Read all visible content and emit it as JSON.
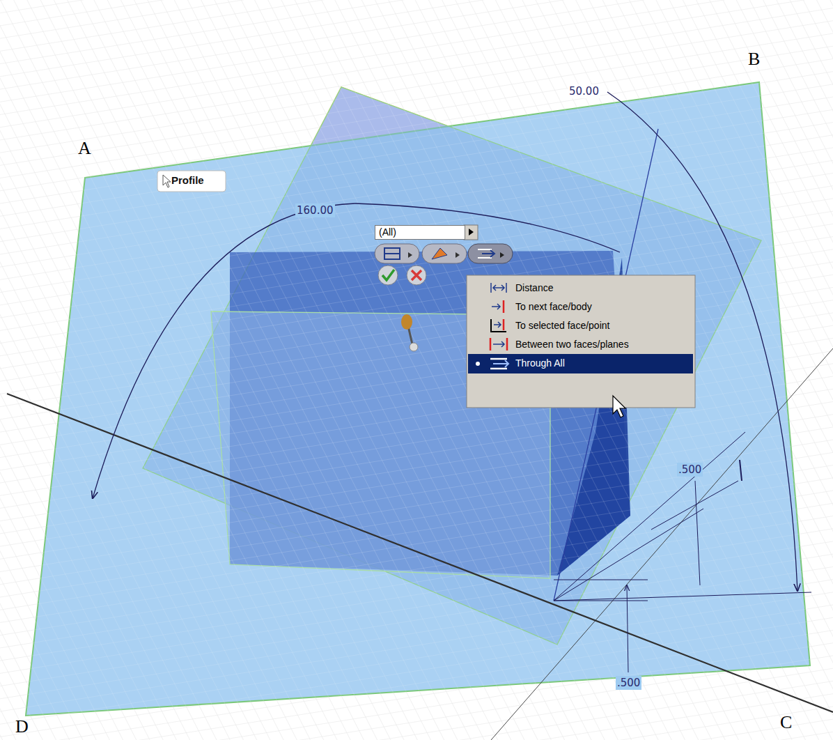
{
  "diagram": {
    "nodes": [
      {
        "text": [
          "Profile"
        ]
      },
      {
        "text": [
          "(All)"
        ]
      },
      {
        "text": [
          "Distance",
          "To next face/body",
          "To selected face/point",
          "Between two faces/planes",
          "Through All"
        ]
      }
    ],
    "labels": [
      "A",
      "B",
      "C",
      "D",
      "50.00",
      "160.00",
      ".500",
      ".500"
    ]
  }
}
